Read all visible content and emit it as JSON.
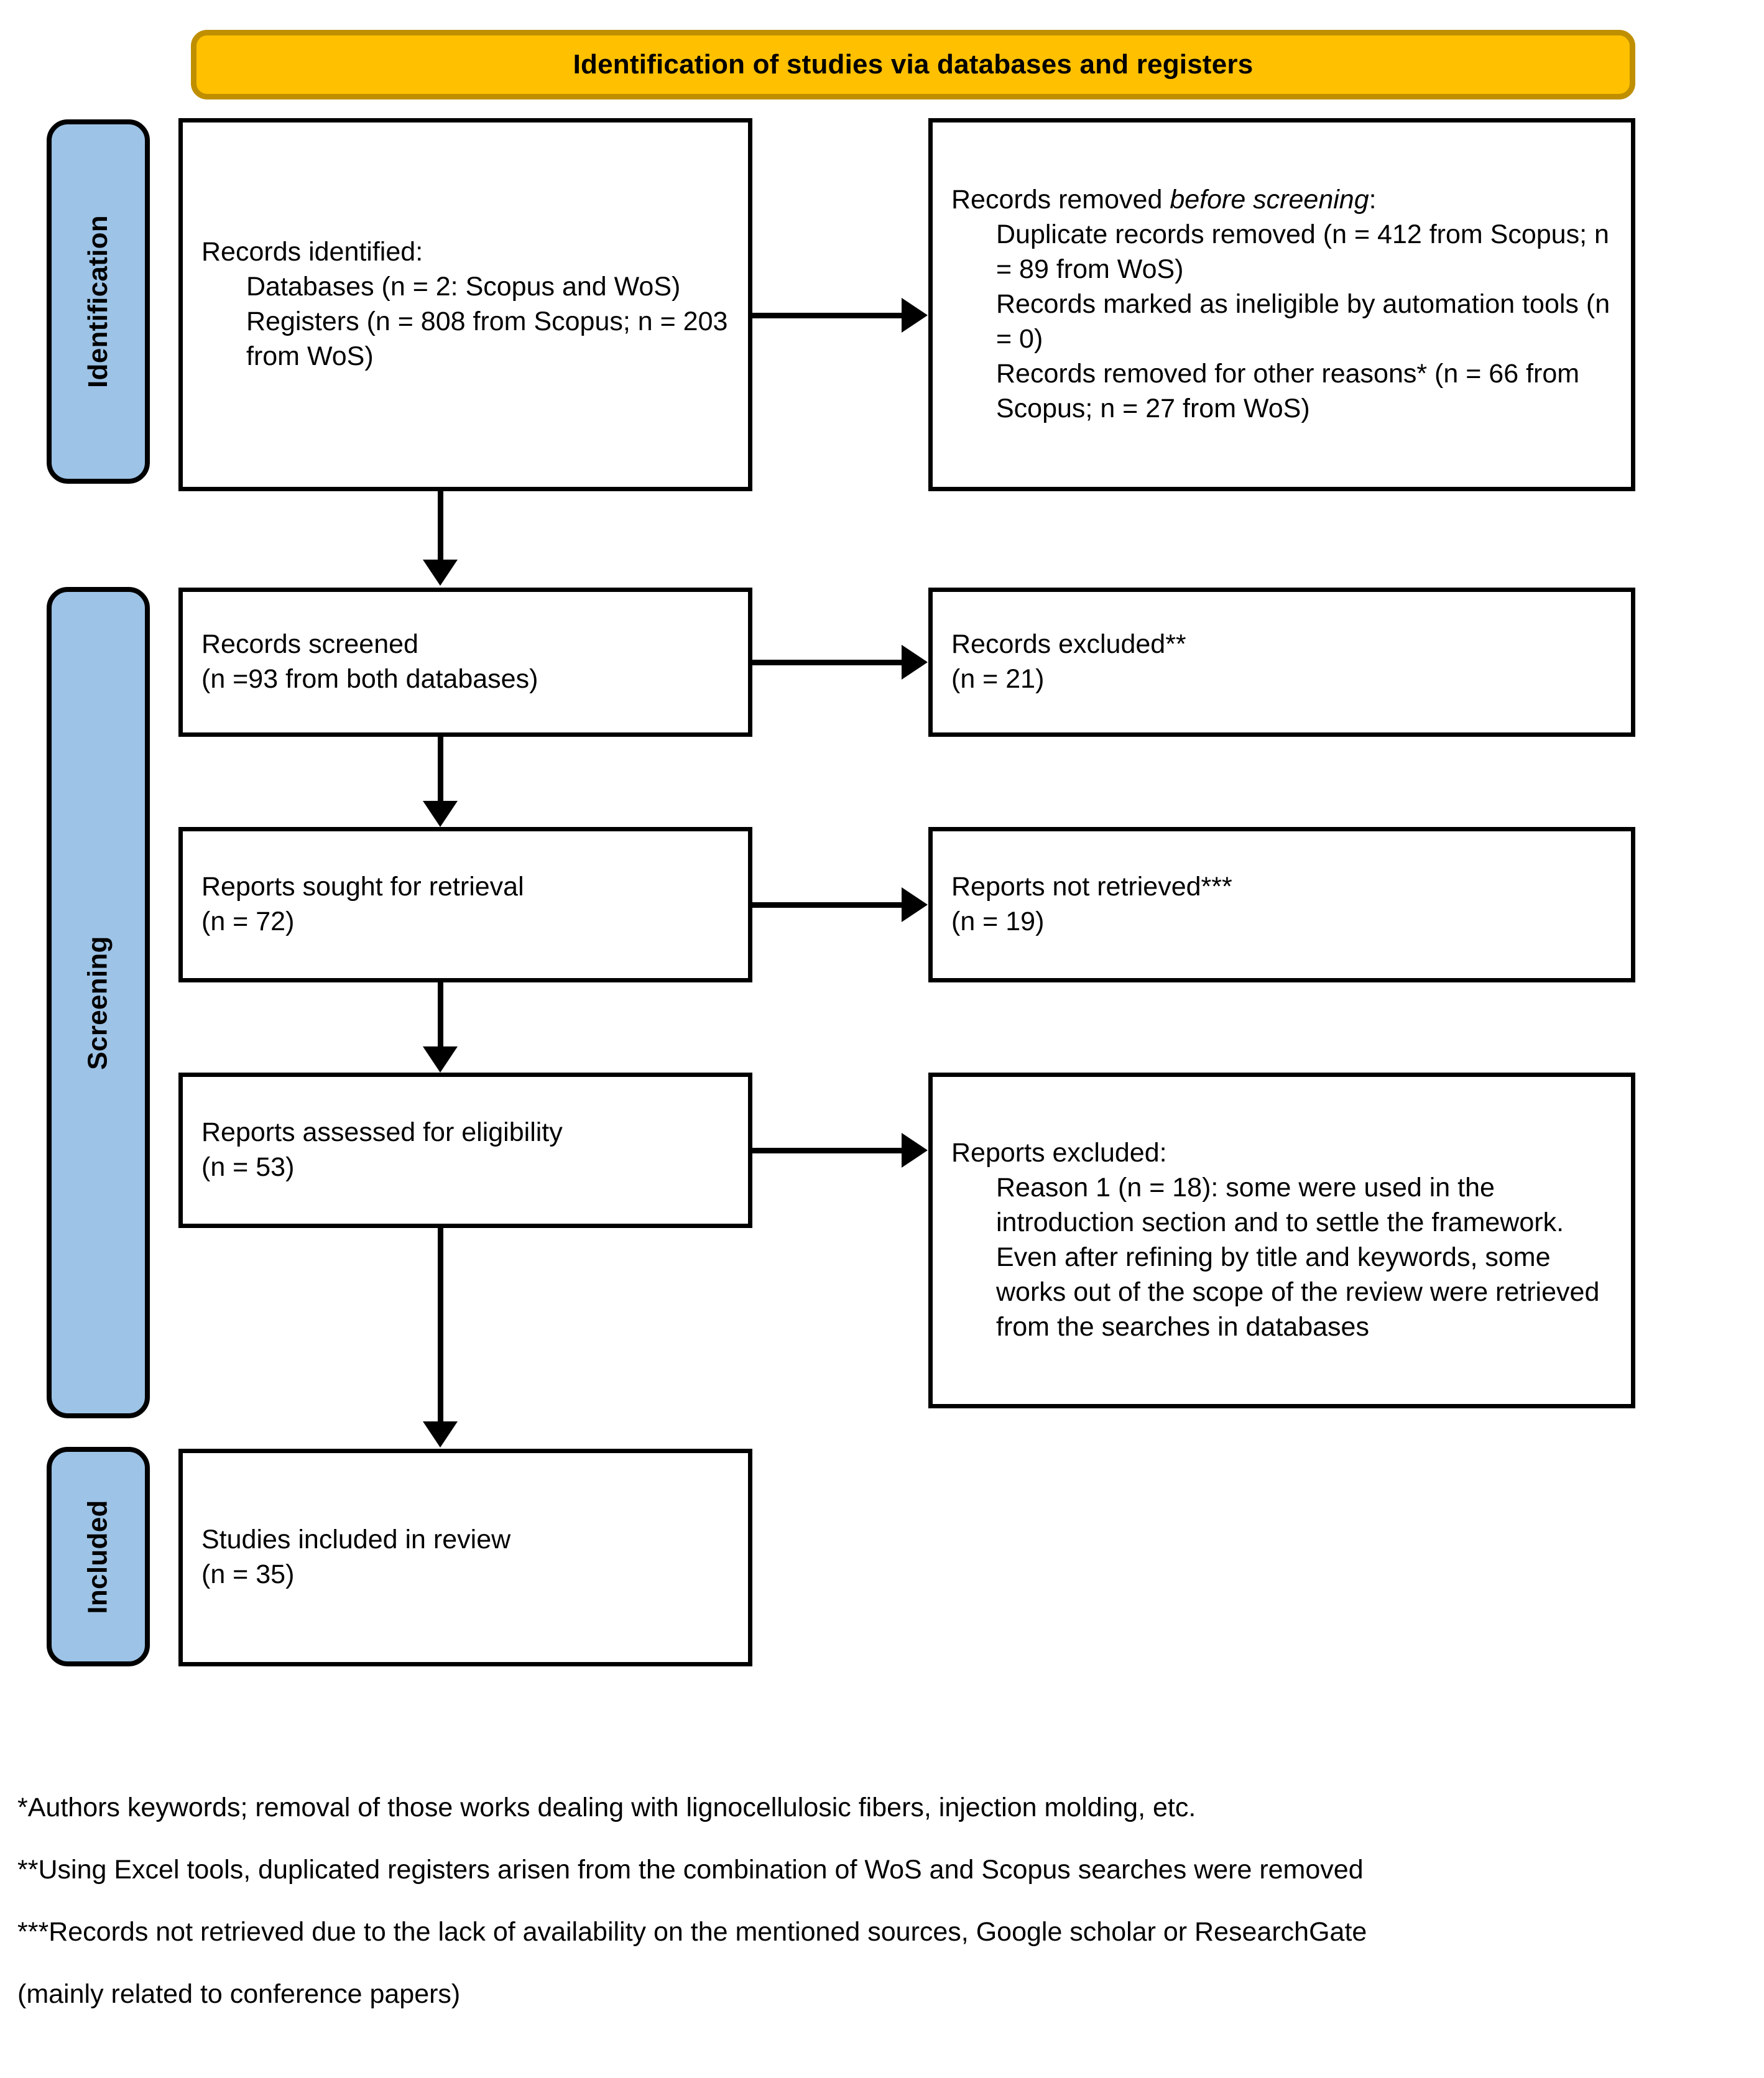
{
  "banner": {
    "title": "Identification of studies via databases and registers"
  },
  "colors": {
    "banner_fill": "#FFC000",
    "banner_border": "#BF8F00",
    "stage_fill": "#9DC3E6",
    "stage_border": "#000000",
    "box_border": "#000000",
    "box_fill": "#FFFFFF",
    "text": "#000000"
  },
  "stages": [
    {
      "label": "Identification"
    },
    {
      "label": "Screening"
    },
    {
      "label": "Included"
    }
  ],
  "boxes": {
    "identified": {
      "line1": "Records identified:",
      "line2": "Databases (n = 2: Scopus and WoS)",
      "line3": "Registers (n = 808 from Scopus; n = 203 from WoS)"
    },
    "removed": {
      "heading_a": "Records removed ",
      "heading_b": "before screening",
      "heading_c": ":",
      "line1": "Duplicate records removed (n = 412 from Scopus; n = 89 from WoS)",
      "line2": "Records marked as ineligible by automation tools (n = 0)",
      "line3": "Records removed for other reasons* (n = 66 from Scopus; n = 27 from WoS)"
    },
    "screened": {
      "line1": "Records screened",
      "line2": "(n =93 from both databases)"
    },
    "excluded": {
      "line1": "Records excluded**",
      "line2": "(n = 21)"
    },
    "sought": {
      "line1": "Reports sought for retrieval",
      "line2": "(n = 72)"
    },
    "not_retrieved": {
      "line1": "Reports not retrieved***",
      "line2": "(n = 19)"
    },
    "assessed": {
      "line1": "Reports assessed for eligibility",
      "line2": "(n = 53)"
    },
    "reports_excluded": {
      "line1": "Reports excluded:",
      "line2": "Reason 1 (n = 18): some were used in the introduction section and to settle the framework. Even after refining by title and keywords, some works out of the scope of the review were retrieved from the searches in databases"
    },
    "included": {
      "line1": "Studies included in review",
      "line2": "(n = 35)"
    }
  },
  "footnotes": [
    "*Authors keywords; removal of those works dealing with lignocellulosic fibers, injection molding, etc.",
    "**Using Excel tools, duplicated registers arisen from the combination of WoS and Scopus searches were removed",
    "***Records not retrieved due to the lack of availability on the mentioned sources, Google scholar or ResearchGate",
    "(mainly related to conference papers)"
  ]
}
